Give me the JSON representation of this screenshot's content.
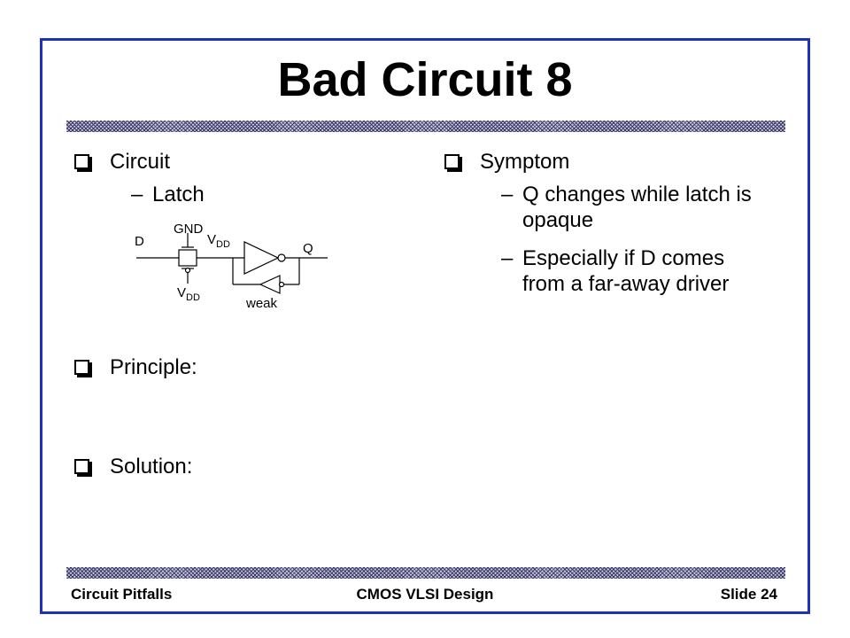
{
  "slide": {
    "title": "Bad Circuit 8",
    "left": {
      "circuit_label": "Circuit",
      "latch_label": "Latch",
      "principle_label": "Principle:",
      "solution_label": "Solution:"
    },
    "right": {
      "symptom_label": "Symptom",
      "items": [
        {
          "line1": "Q changes while latch is",
          "line2": "opaque"
        },
        {
          "line1": "Especially if D comes",
          "line2": "from a far-away driver"
        }
      ]
    },
    "dash": "–"
  },
  "diagram": {
    "d": "D",
    "gnd": "GND",
    "vdd_top_main": "V",
    "vdd_top_sub": "DD",
    "q": "Q",
    "vdd_bottom_main": "V",
    "vdd_bottom_sub": "DD",
    "weak": "weak"
  },
  "footer": {
    "left": "Circuit Pitfalls",
    "center": "CMOS VLSI Design",
    "right": "Slide 24"
  },
  "colors": {
    "frame": "#1f2fc0",
    "hatch_dark": "#3a3a6a",
    "hatch_light": "#c8c8d8"
  }
}
